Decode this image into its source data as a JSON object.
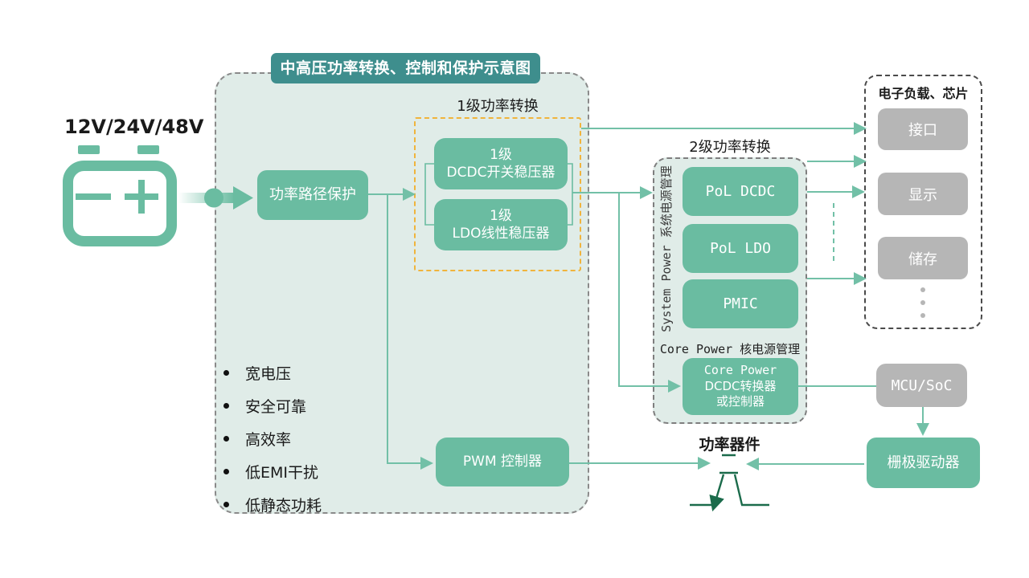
{
  "diagram": {
    "title": "中高压功率转换、控制和保护示意图",
    "source_voltage": "12V/24V/48V",
    "power_path_label": "功率路径保护",
    "stage1": {
      "label": "1级功率转换",
      "dcdc": {
        "line1": "1级",
        "line2": "DCDC开关稳压器"
      },
      "ldo": {
        "line1": "1级",
        "line2": "LDO线性稳压器"
      }
    },
    "stage2": {
      "label": "2级功率转换",
      "system_power_label": "System Power 系统电源管理",
      "pol_dcdc": "PoL DCDC",
      "pol_ldo": "PoL LDO",
      "pmic": "PMIC",
      "core_power_label": "Core Power 核电源管理",
      "core_box": {
        "line1": "Core Power",
        "line2": "DCDC转换器",
        "line3": "或控制器"
      }
    },
    "loads": {
      "title": "电子负载、芯片",
      "interface": "接口",
      "display": "显示",
      "storage": "储存"
    },
    "mcu_label": "MCU/SoC",
    "gate_driver_label": "栅极驱动器",
    "pwm_label": "PWM 控制器",
    "power_device_label": "功率器件",
    "features": [
      "宽电压",
      "安全可靠",
      "高效率",
      "低EMI干扰",
      "低静态功耗"
    ],
    "colors": {
      "accent_teal": "#6abca1",
      "connector_teal": "#72c0a7",
      "header_teal": "#3e8e8d",
      "panel_fill": "#e0ece8",
      "gray_box": "#b6b6b6",
      "dark_green": "#1b6b4b",
      "stage1_dashed_yellow": "#f0b43c"
    }
  }
}
